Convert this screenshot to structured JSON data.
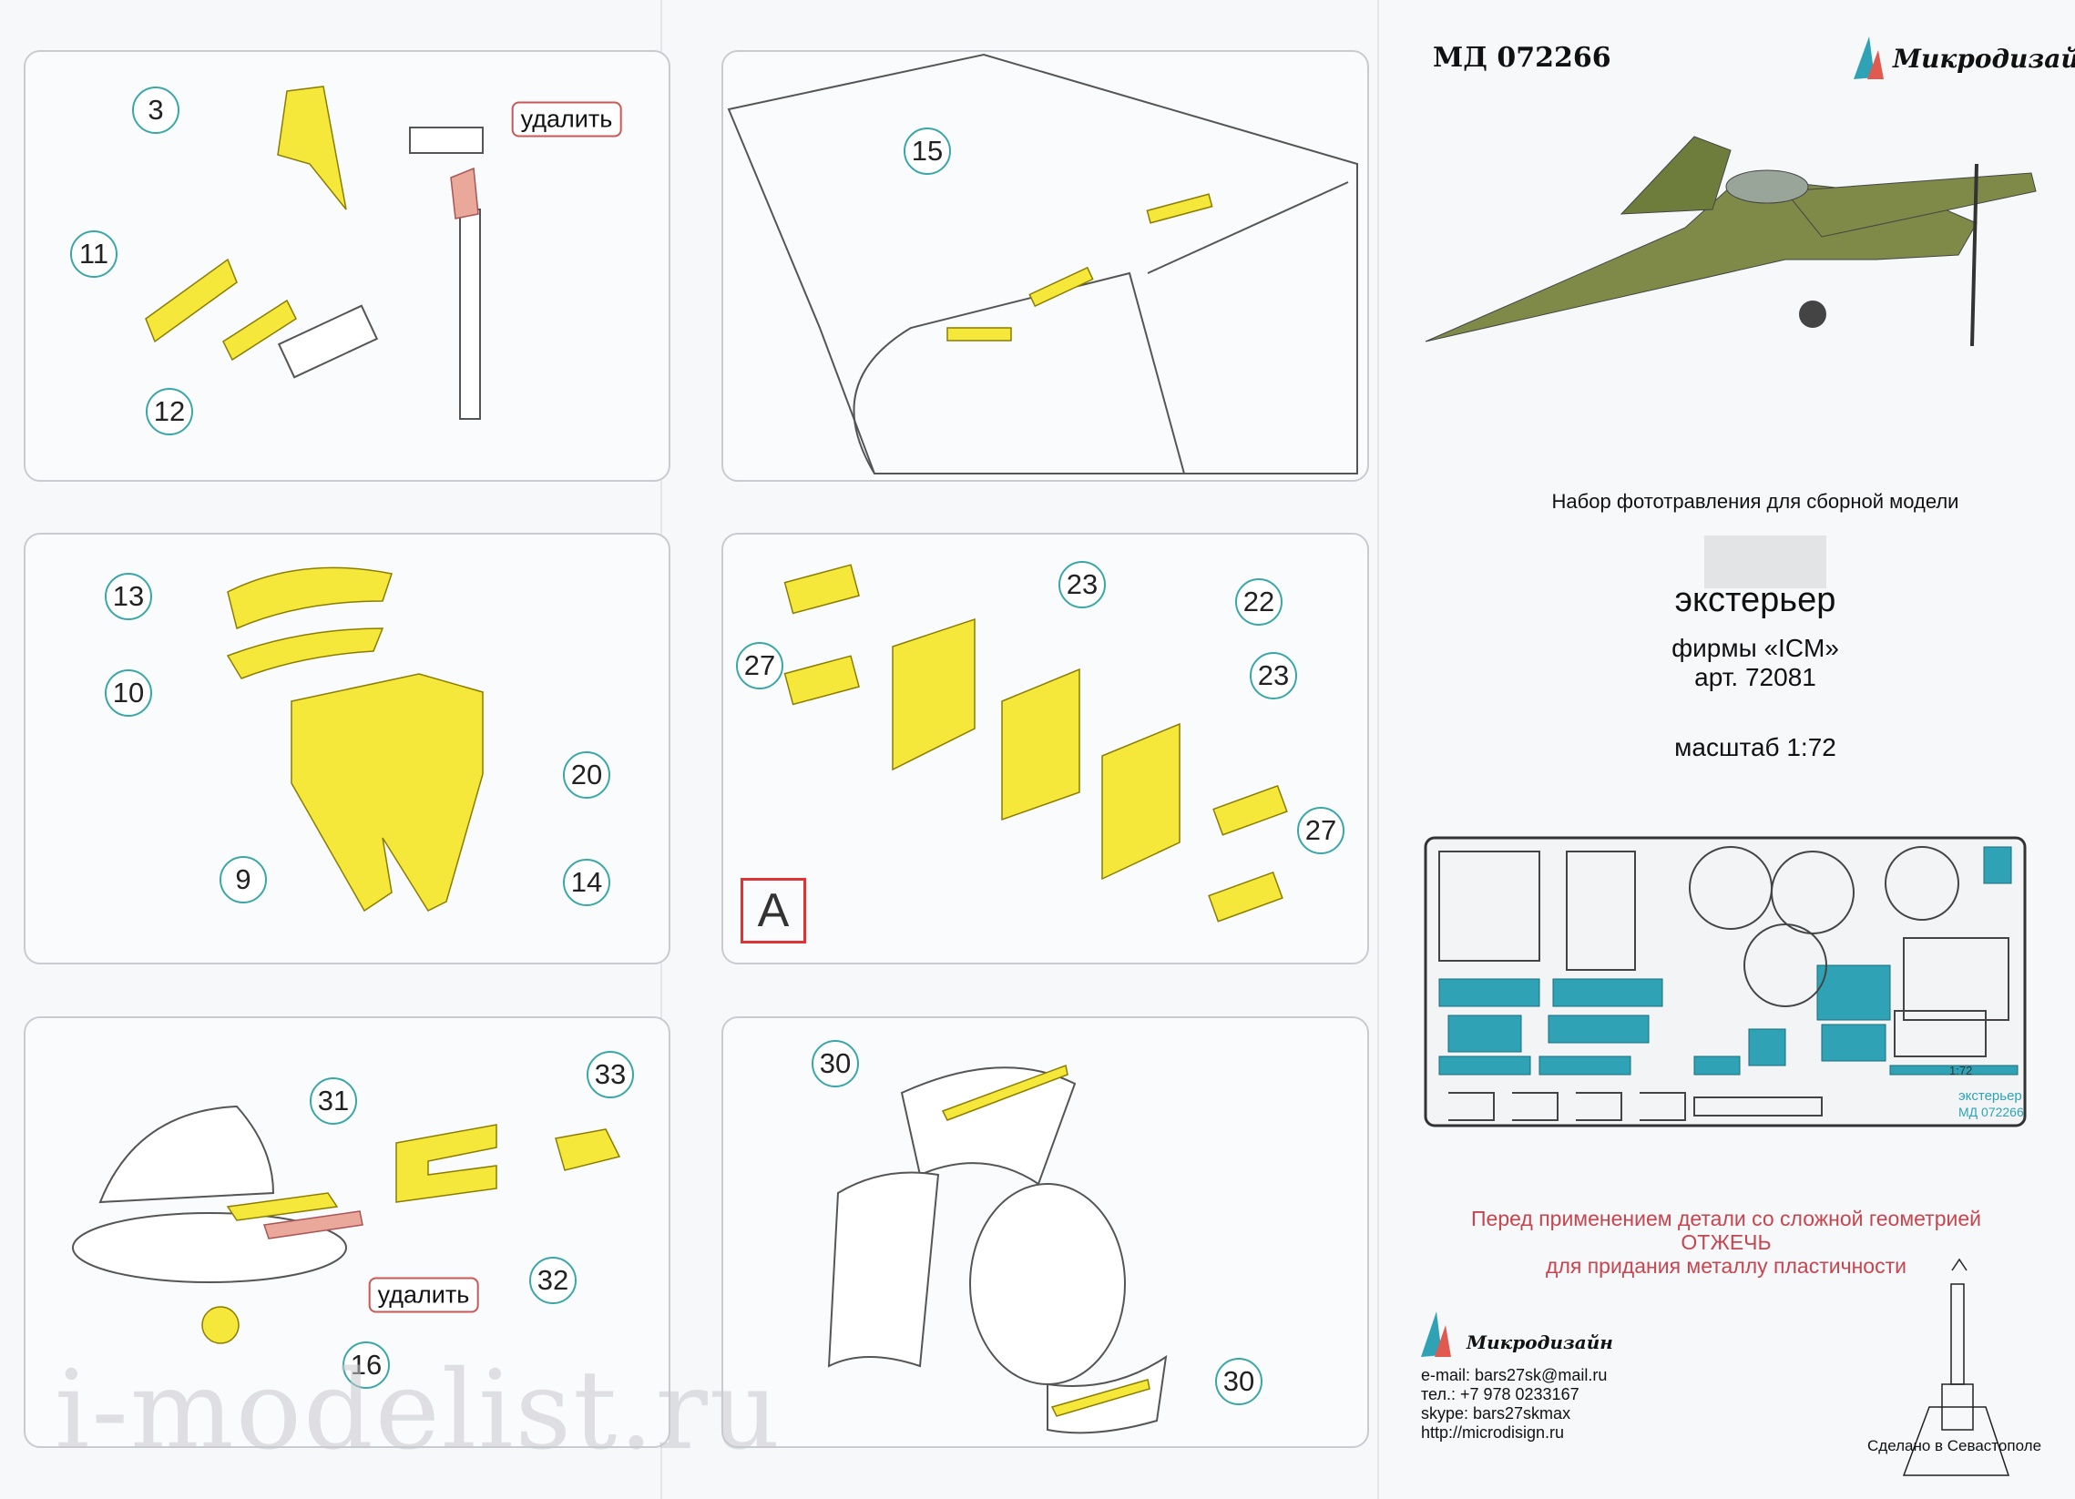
{
  "header": {
    "code": "МД 072266",
    "brand": "Микродизайн"
  },
  "product": {
    "subtitle": "Набор фототравления для сборной модели",
    "name": "экстерьер",
    "maker": "фирмы «ICM»",
    "article": "арт. 72081",
    "scale": "масштаб 1:72"
  },
  "warning": {
    "line1": "Перед применением детали со сложной геометрией",
    "line2": "ОТЖЕЧЬ",
    "line3": "для придания металлу пластичности"
  },
  "contacts": {
    "brand": "Микродизайн",
    "email": "e-mail: bars27sk@mail.ru",
    "phone": "тел.: +7 978 0233167",
    "skype": "skype: bars27skmax",
    "site": "http://microdisign.ru"
  },
  "made_in": "Сделано в Севастополе",
  "fret": {
    "label1": "экстерьер",
    "label2": "МД 072266",
    "scale": "1:72"
  },
  "panels": {
    "p1": {
      "callouts": [
        "3",
        "11",
        "12"
      ],
      "remove": "удалить"
    },
    "p2": {
      "callouts": [
        "15"
      ]
    },
    "p3": {
      "callouts": [
        "13",
        "10",
        "20",
        "9",
        "14"
      ]
    },
    "p4": {
      "callouts": [
        "23",
        "22",
        "27",
        "23",
        "27"
      ],
      "marker": "A"
    },
    "p5": {
      "callouts": [
        "33",
        "31",
        "32",
        "16"
      ],
      "remove": "удалить"
    },
    "p6": {
      "callouts": [
        "30",
        "30"
      ]
    }
  },
  "watermark": "i-modelist.ru",
  "colors": {
    "part": "#f5e83a",
    "callout_border": "#3aa7a7",
    "warning": "#c8454f",
    "fret": "#2fa3b5"
  }
}
